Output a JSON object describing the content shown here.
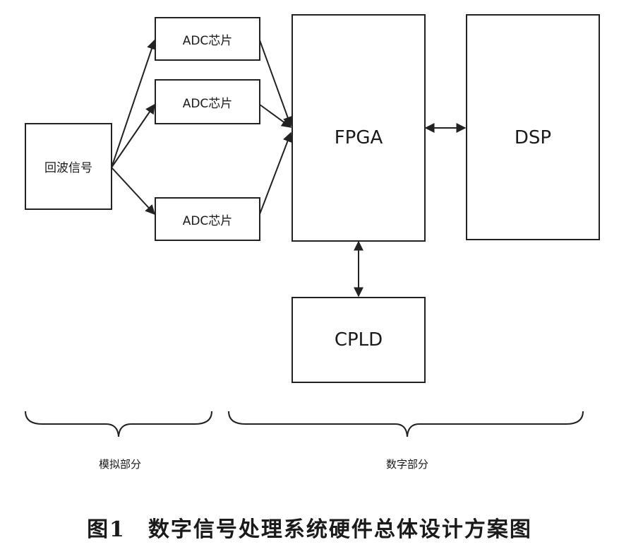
{
  "nodes": {
    "echo": "回波信号",
    "adc1": "ADC芯片",
    "adc2": "ADC芯片",
    "adc3": "ADC芯片",
    "fpga": "FPGA",
    "dsp": "DSP",
    "cpld": "CPLD"
  },
  "groups": {
    "analog": "模拟部分",
    "digital": "数字部分"
  },
  "caption": "图1　数字信号处理系统硬件总体设计方案图"
}
